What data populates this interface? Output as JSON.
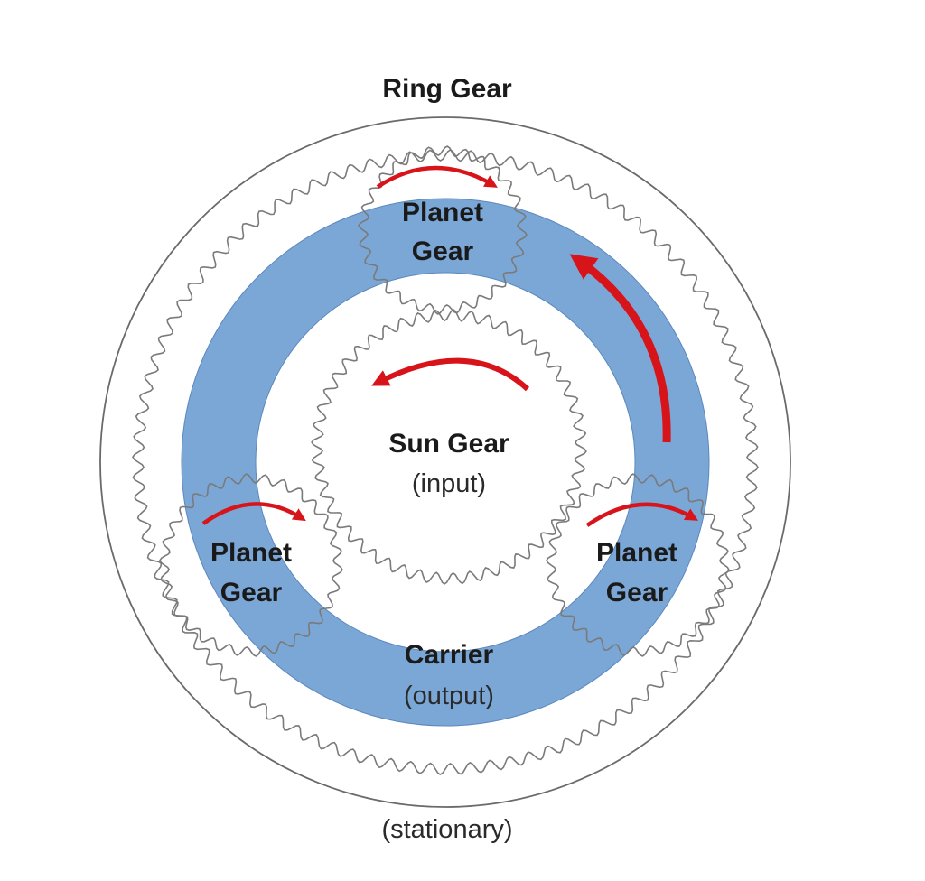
{
  "labels": {
    "ring_title": "Ring Gear",
    "ring_state": "(stationary)",
    "planet_top_line1": "Planet",
    "planet_top_line2": "Gear",
    "planet_left_line1": "Planet",
    "planet_left_line2": "Gear",
    "planet_right_line1": "Planet",
    "planet_right_line2": "Gear",
    "sun_name": "Sun Gear",
    "sun_role": "(input)",
    "carrier_name": "Carrier",
    "carrier_role": "(output)"
  },
  "colors": {
    "carrier": "#7ba7d6",
    "arrow": "#d8141b",
    "gear_outline": "#7a7a7a"
  }
}
